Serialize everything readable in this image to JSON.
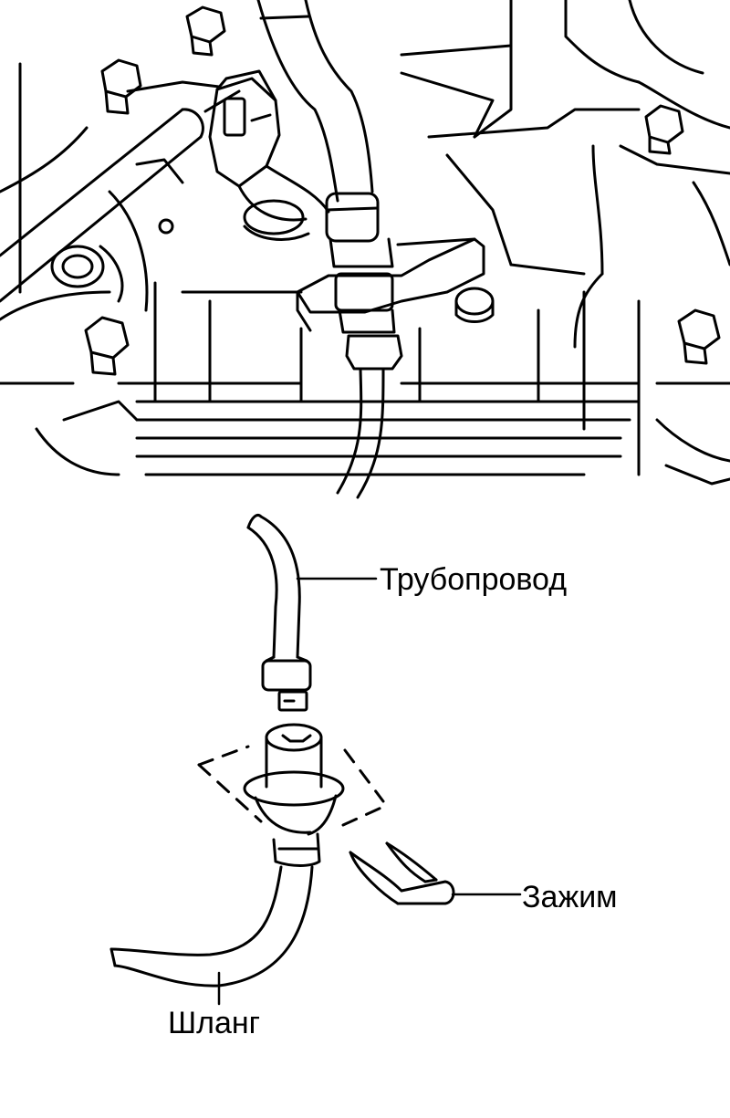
{
  "labels": {
    "pipe": "Трубопровод",
    "clamp": "Зажим",
    "hose": "Шланг"
  },
  "colors": {
    "ink": "#000000",
    "paper": "#ffffff"
  }
}
